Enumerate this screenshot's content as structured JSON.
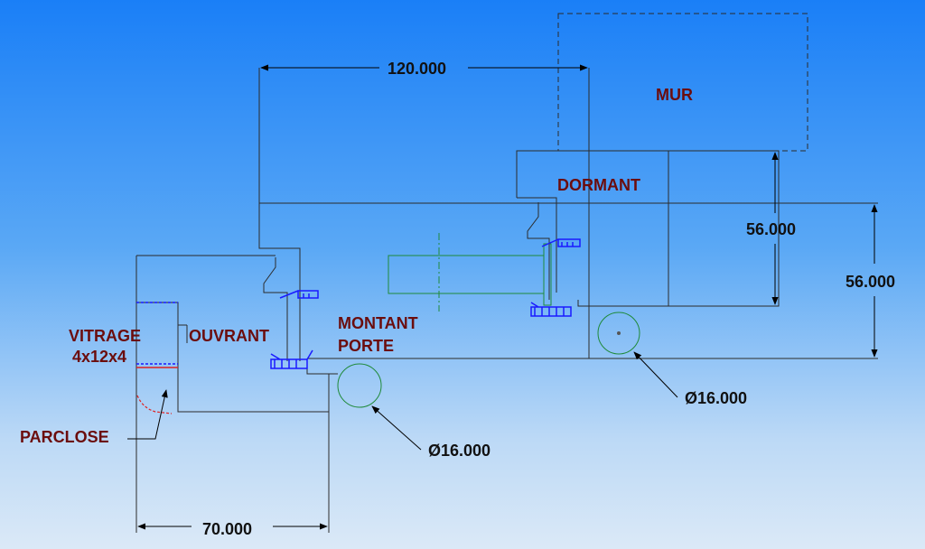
{
  "labels": {
    "mur": "MUR",
    "dormant": "DORMANT",
    "ouvrant": "OUVRANT",
    "vitrage_line1": "VITRAGE",
    "vitrage_line2": "4x12x4",
    "montant_line1": "MONTANT",
    "montant_line2": "PORTE",
    "parclose": "PARCLOSE"
  },
  "dimensions": {
    "width_top": "120.000",
    "height_dormant": "56.000",
    "height_total": "56.000",
    "diameter_left": "Ø16.000",
    "diameter_right": "Ø16.000",
    "width_bottom": "70.000"
  },
  "colors": {
    "outline": "#2b2b2b",
    "dimension": "#000000",
    "label": "#6b0d0d",
    "gasket": "#1a1aff",
    "hinge": "#1f8a3a",
    "parclose": "#e02020"
  }
}
